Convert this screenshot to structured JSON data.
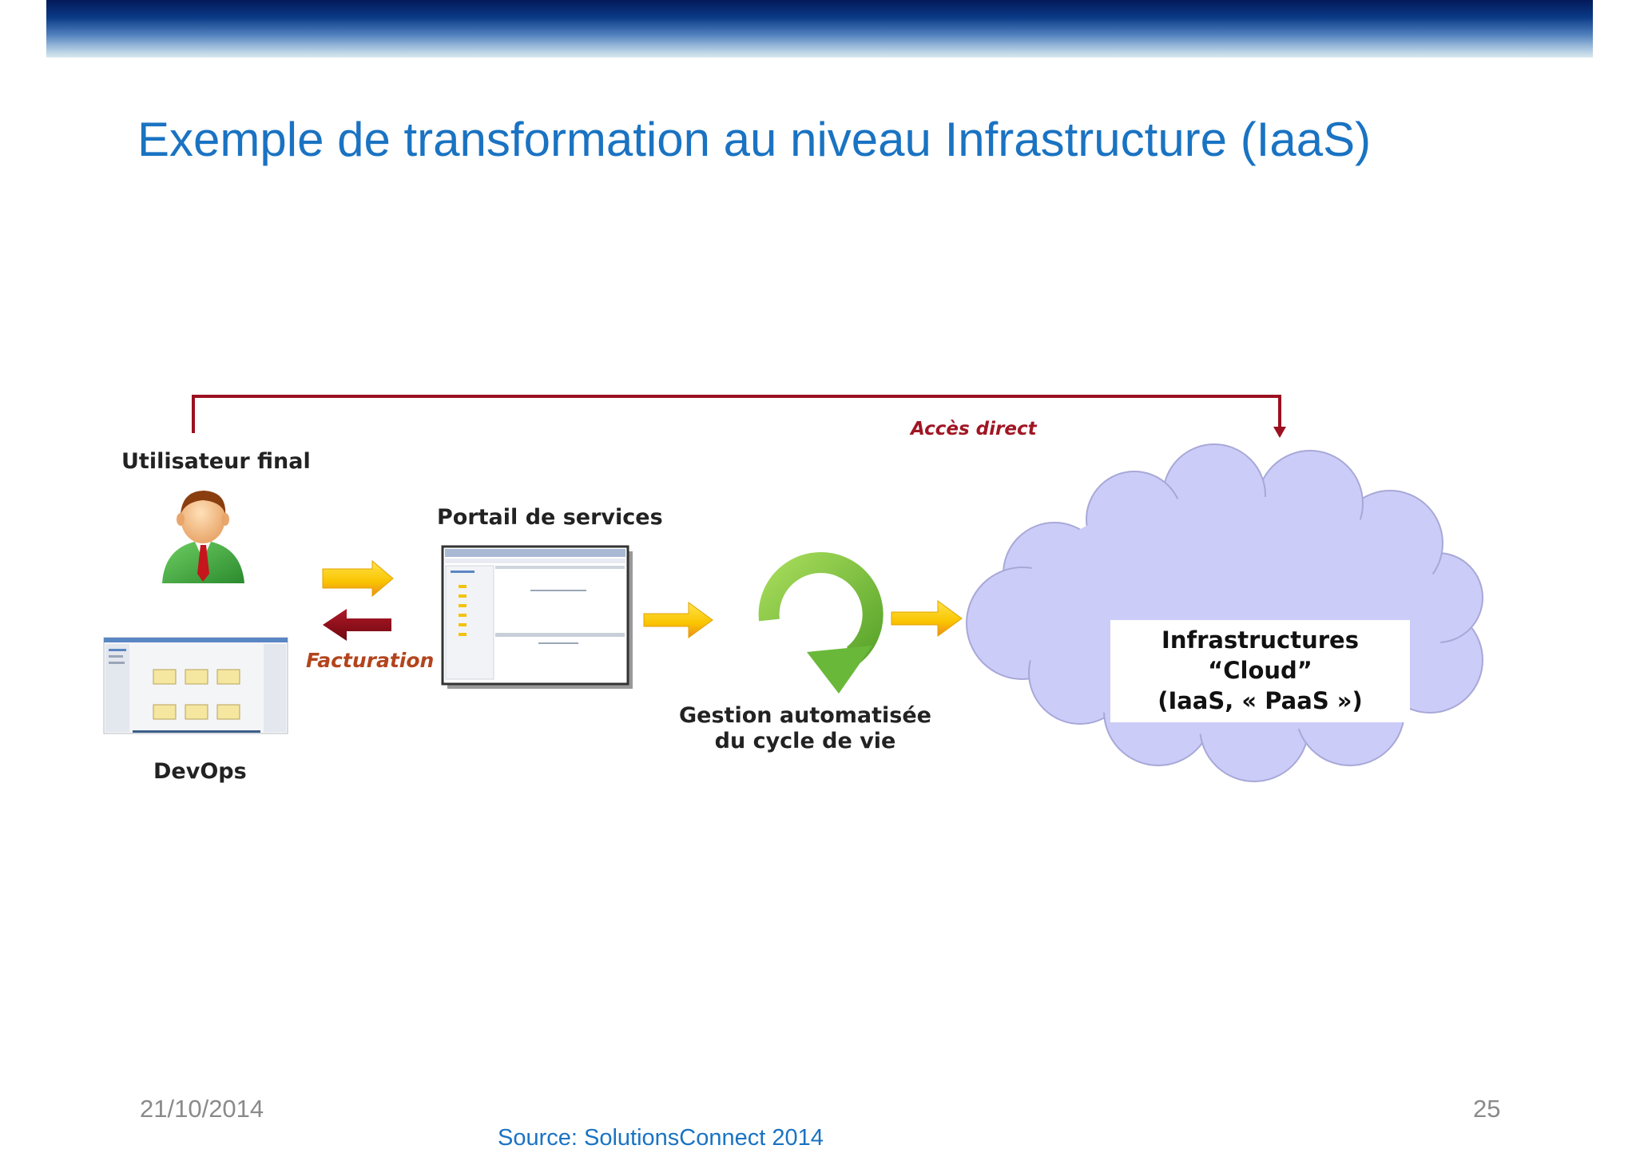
{
  "slide": {
    "title": "Exemple de transformation au niveau Infrastructure (IaaS)",
    "date": "21/10/2014",
    "page_number": "25",
    "source": "Source: SolutionsConnect 2014"
  },
  "diagram": {
    "user_label": "Utilisateur final",
    "portal_label": "Portail de services",
    "devops_label": "DevOps",
    "lifecycle_label_line1": "Gestion automatisée",
    "lifecycle_label_line2": "du cycle de vie",
    "direct_access_label": "Accès direct",
    "billing_label": "Facturation",
    "cloud_label_line1": "Infrastructures “Cloud”",
    "cloud_label_line2": "(IaaS, « PaaS »)"
  },
  "colors": {
    "title_blue": "#1a73c2",
    "arrow_yellow": "#f5c400",
    "arrow_orange": "#f08a1e",
    "dark_red": "#9b1020",
    "cycle_green": "#7cc242",
    "cloud_fill": "#ccccf8"
  },
  "icons": {
    "user": "business-person-icon",
    "portal": "portal-screenshot-icon",
    "devops": "devops-screenshot-icon",
    "cycle": "circular-arrow-icon",
    "cloud": "cloud-icon"
  }
}
